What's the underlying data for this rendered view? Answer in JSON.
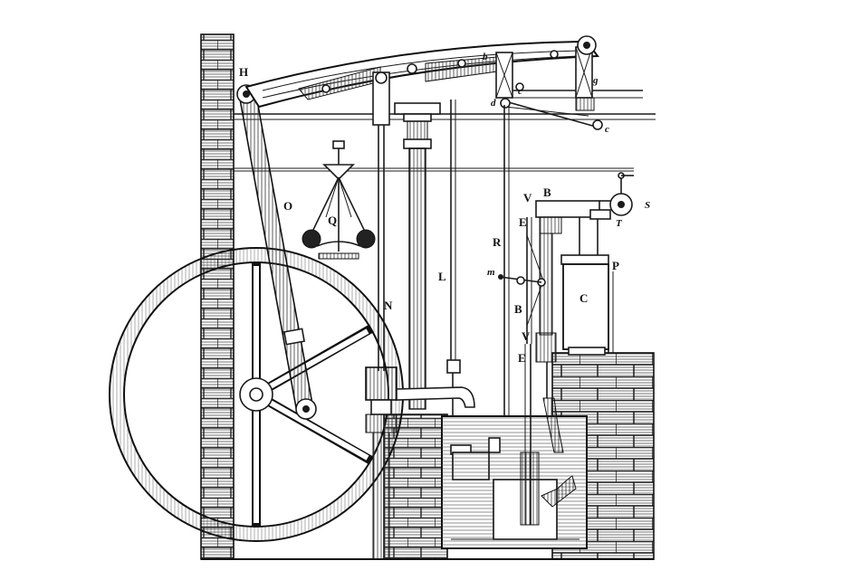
{
  "diagram": {
    "labels": {
      "H": "H",
      "b": "b",
      "g": "g",
      "c1": "c",
      "d": "d",
      "c2": "c",
      "O": "O",
      "Q": "Q",
      "V1": "V",
      "B1": "B",
      "E1": "E",
      "S": "S",
      "T": "T",
      "R": "R",
      "m": "m",
      "N": "N",
      "L": "L",
      "P": "P",
      "C": "C",
      "B2": "B",
      "V2": "V",
      "E2": "E"
    }
  }
}
